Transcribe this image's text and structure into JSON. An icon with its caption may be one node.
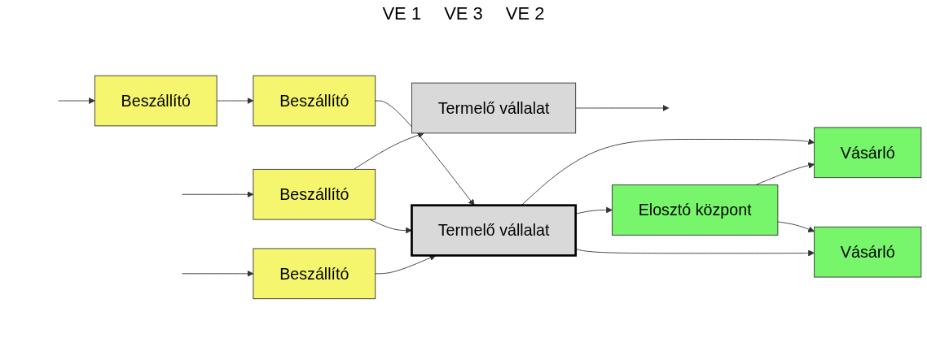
{
  "diagram": {
    "nodes": [
      {
        "text": [
          "Termelő vállalat"
        ]
      },
      {
        "text": [
          "Beszállító"
        ]
      },
      {
        "text": [
          "Beszállító"
        ]
      },
      {
        "text": [
          "Termelő vállalat"
        ]
      },
      {
        "text": [
          "Vásárló"
        ]
      },
      {
        "text": [
          "Elosztó központ"
        ]
      },
      {
        "text": [
          "Beszállító"
        ]
      },
      {
        "text": [
          "Beszállító"
        ]
      },
      {
        "text": [
          "Vásárló"
        ]
      }
    ],
    "edges": [
      {
        "from": null,
        "to": 1,
        "arrow": "to"
      },
      {
        "from": null,
        "to": 2,
        "arrow": "to"
      },
      {
        "from": null,
        "to": 6,
        "arrow": "to"
      },
      {
        "from": 0,
        "to": null,
        "arrow": "to"
      },
      {
        "from": 1,
        "to": 0,
        "arrow": "to"
      },
      {
        "from": 1,
        "to": 3,
        "arrow": "to"
      },
      {
        "from": 2,
        "to": 3,
        "arrow": "to"
      },
      {
        "from": 6,
        "to": 7,
        "arrow": "to"
      },
      {
        "from": 7,
        "to": 3,
        "arrow": "to"
      },
      {
        "from": 3,
        "to": 4,
        "arrow": "to"
      },
      {
        "from": 3,
        "to": 5,
        "arrow": "to"
      },
      {
        "from": 3,
        "to": 8,
        "arrow": "to"
      },
      {
        "from": 5,
        "to": 4,
        "arrow": "to"
      },
      {
        "from": 5,
        "to": 8,
        "arrow": "to"
      }
    ],
    "labels": [
      "VE 1",
      "VE 3",
      "VE 2"
    ]
  }
}
